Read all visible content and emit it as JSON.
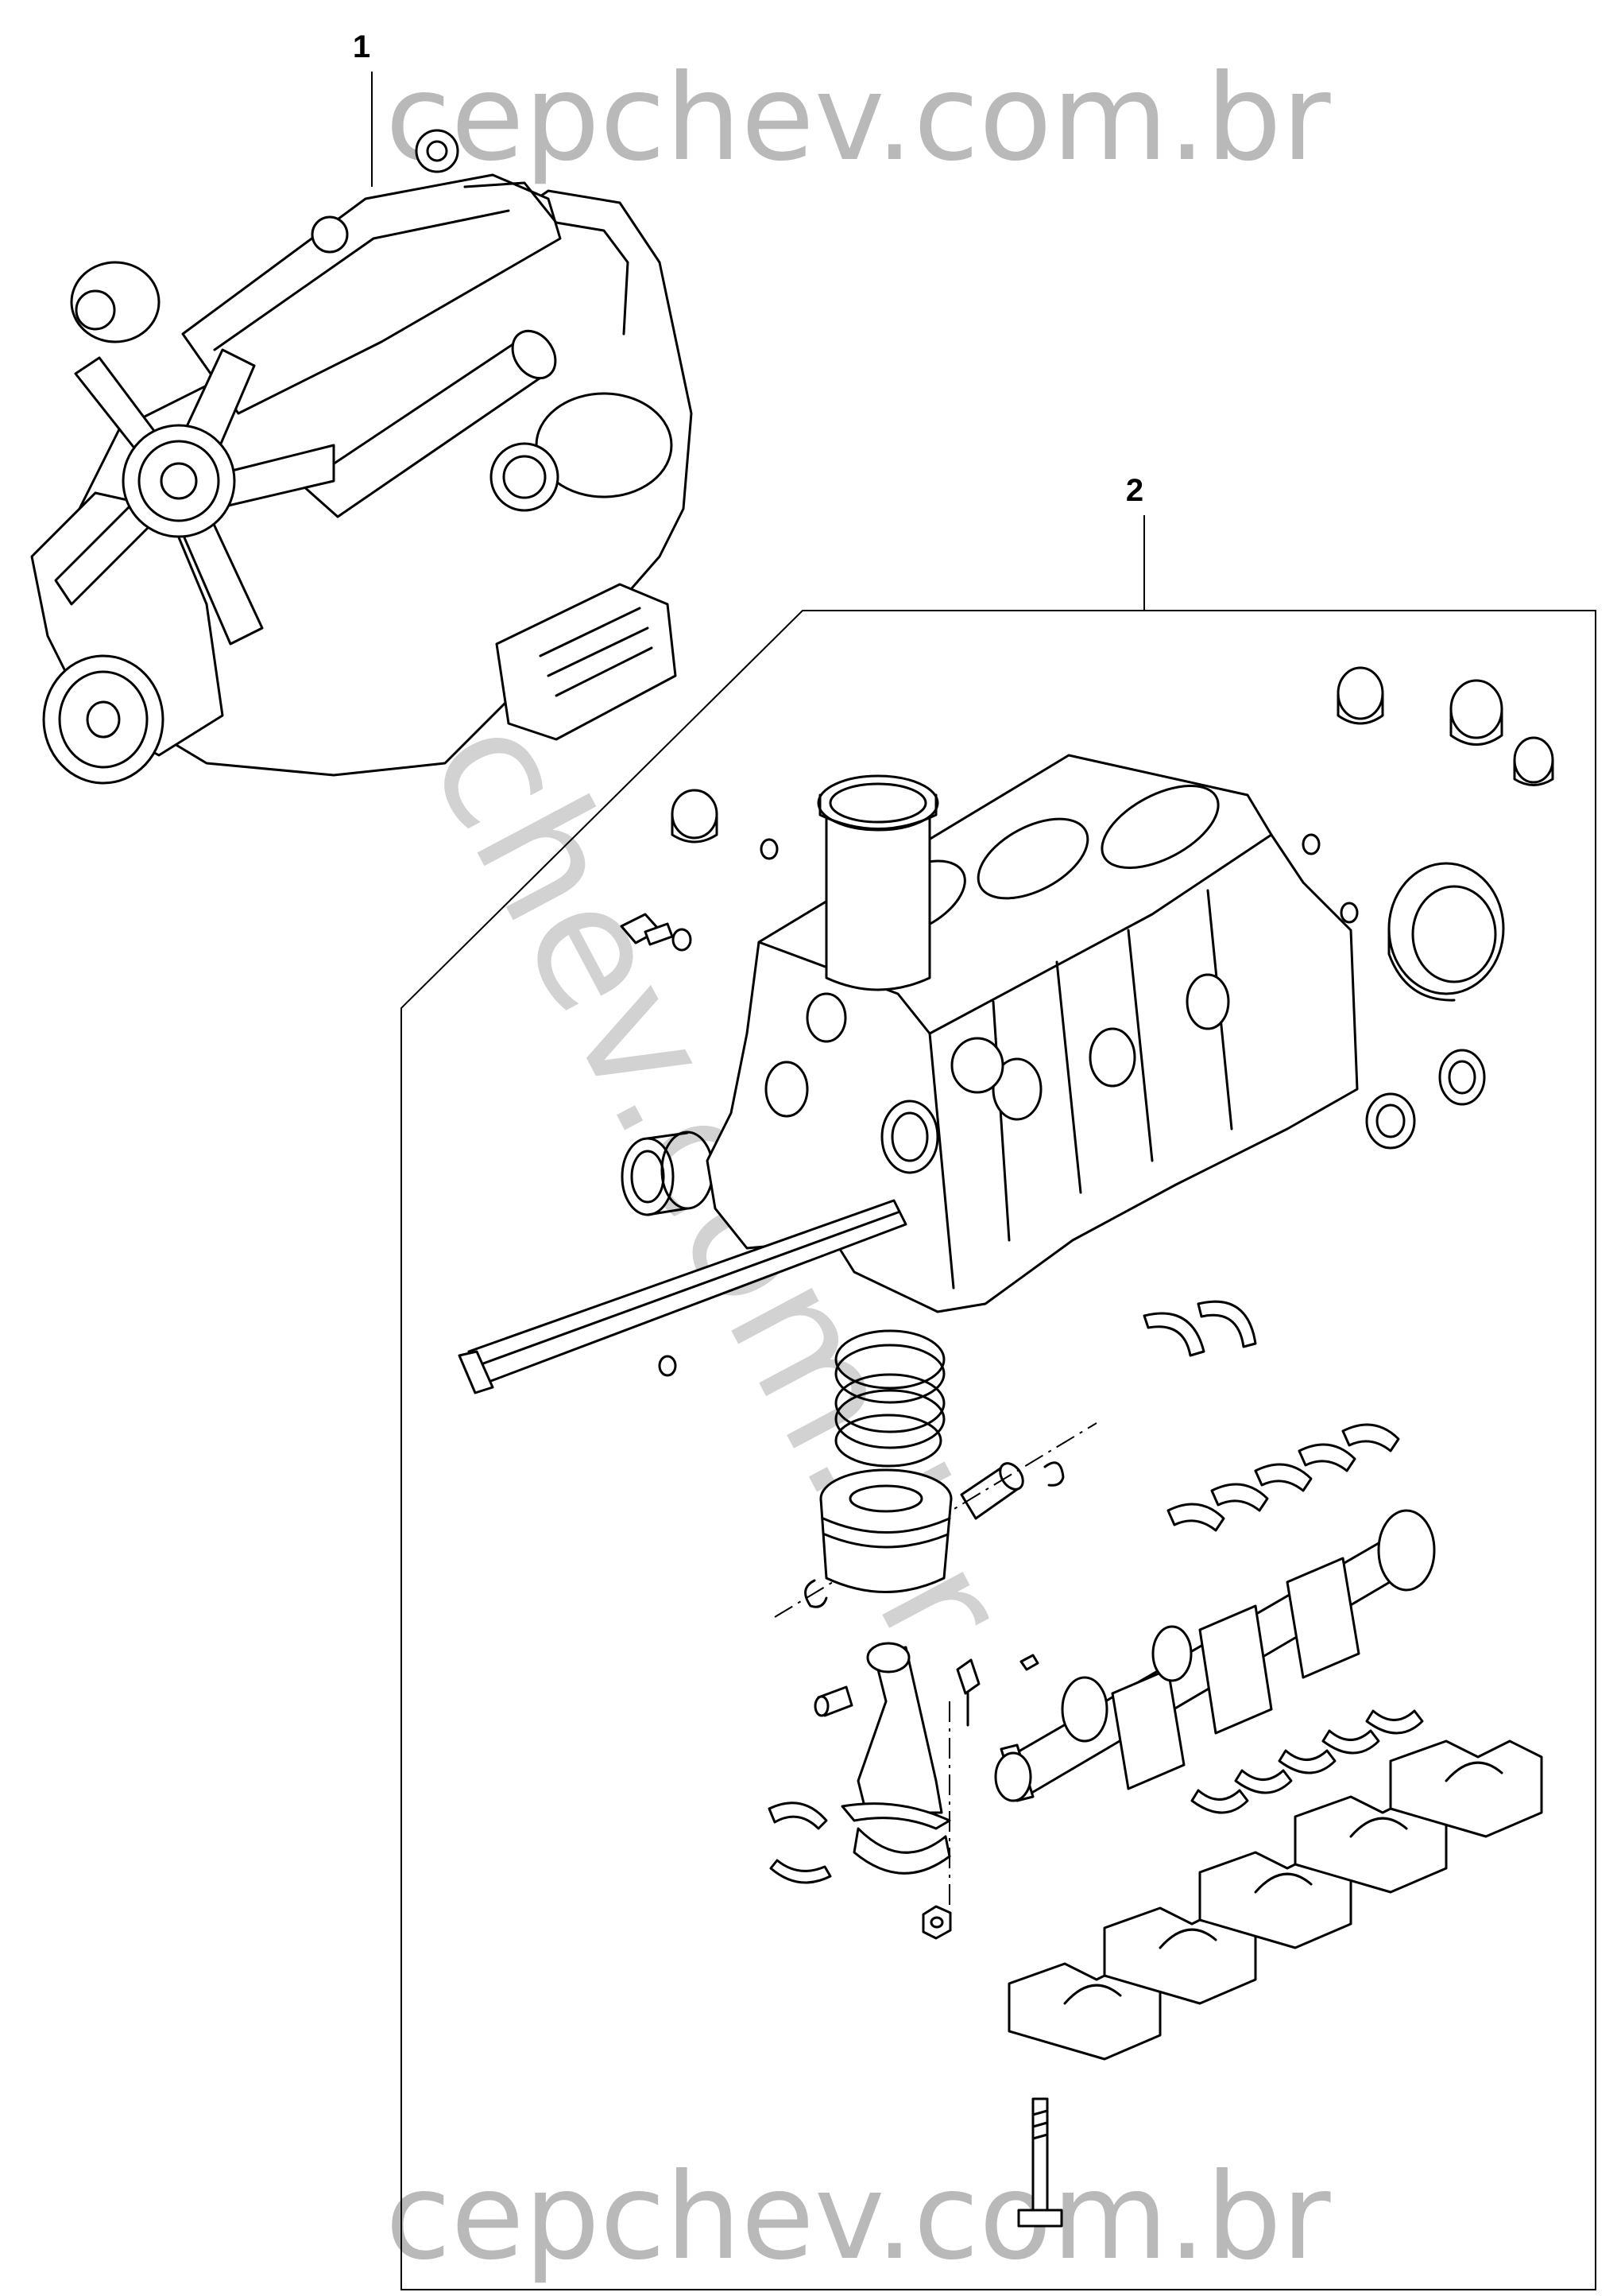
{
  "callouts": [
    {
      "number": "1",
      "part": "complete-engine-assembly"
    },
    {
      "number": "2",
      "part": "short-block-kit"
    }
  ],
  "watermarks": {
    "top": "cepchev.com.br",
    "bottom": "cepchev.com.br",
    "diagonal": "cepchev.com.br"
  },
  "colors": {
    "line": "#000000",
    "background": "#ffffff",
    "watermark": "#b9b9b9"
  }
}
